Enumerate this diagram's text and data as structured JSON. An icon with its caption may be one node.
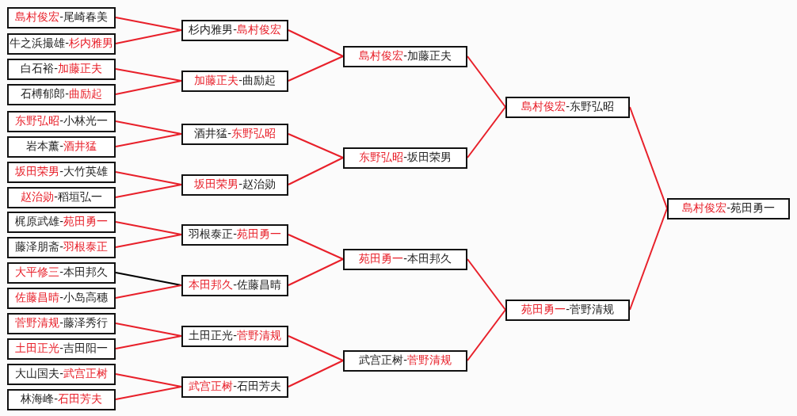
{
  "diagram": {
    "nodes": [
      {
        "text": [
          "島村俊宏-尾崎春美"
        ]
      },
      {
        "text": [
          "牛之浜撮雄-杉内雅男"
        ]
      },
      {
        "text": [
          "白石裕-加藤正夫"
        ]
      },
      {
        "text": [
          "石榑郁郎-曲励起"
        ]
      },
      {
        "text": [
          "东野弘昭-小林光一"
        ]
      },
      {
        "text": [
          "岩本薰-酒井猛"
        ]
      },
      {
        "text": [
          "坂田荣男-大竹英雄"
        ]
      },
      {
        "text": [
          "赵治勋-稻垣弘一"
        ]
      },
      {
        "text": [
          "梶原武雄-苑田勇一"
        ]
      },
      {
        "text": [
          "藤泽朋斋-羽根泰正"
        ]
      },
      {
        "text": [
          "大平修三-本田邦久"
        ]
      },
      {
        "text": [
          "佐藤昌晴-小岛高穗"
        ]
      },
      {
        "text": [
          "菅野清规-藤泽秀行"
        ]
      },
      {
        "text": [
          "土田正光-吉田阳一"
        ]
      },
      {
        "text": [
          "大山国夫-武宫正树"
        ]
      },
      {
        "text": [
          "林海峰-石田芳夫"
        ]
      },
      {
        "text": [
          "杉内雅男-島村俊宏"
        ]
      },
      {
        "text": [
          "加藤正夫-曲励起"
        ]
      },
      {
        "text": [
          "酒井猛-东野弘昭"
        ]
      },
      {
        "text": [
          "坂田荣男-赵治勋"
        ]
      },
      {
        "text": [
          "羽根泰正-苑田勇一"
        ]
      },
      {
        "text": [
          "本田邦久-佐藤昌晴"
        ]
      },
      {
        "text": [
          "土田正光-菅野清规"
        ]
      },
      {
        "text": [
          "武宫正树-石田芳夫"
        ]
      },
      {
        "text": [
          "島村俊宏-加藤正夫"
        ]
      },
      {
        "text": [
          "东野弘昭-坂田荣男"
        ]
      },
      {
        "text": [
          "苑田勇一-本田邦久"
        ]
      },
      {
        "text": [
          "武宫正树-菅野清规"
        ]
      },
      {
        "text": [
          "島村俊宏-东野弘昭"
        ]
      },
      {
        "text": [
          "苑田勇一-菅野清规"
        ]
      },
      {
        "text": [
          "島村俊宏-苑田勇一"
        ]
      }
    ],
    "edges": [
      {
        "from": 0,
        "to": 16,
        "arrow": "none"
      },
      {
        "from": 1,
        "to": 16,
        "arrow": "none"
      },
      {
        "from": 2,
        "to": 17,
        "arrow": "none"
      },
      {
        "from": 3,
        "to": 17,
        "arrow": "none"
      },
      {
        "from": 4,
        "to": 18,
        "arrow": "none"
      },
      {
        "from": 5,
        "to": 18,
        "arrow": "none"
      },
      {
        "from": 6,
        "to": 19,
        "arrow": "none"
      },
      {
        "from": 7,
        "to": 19,
        "arrow": "none"
      },
      {
        "from": 8,
        "to": 20,
        "arrow": "none"
      },
      {
        "from": 9,
        "to": 20,
        "arrow": "none"
      },
      {
        "from": 10,
        "to": 21,
        "arrow": "none",
        "color": "#000000"
      },
      {
        "from": 11,
        "to": 21,
        "arrow": "none"
      },
      {
        "from": 12,
        "to": 22,
        "arrow": "none"
      },
      {
        "from": 13,
        "to": 22,
        "arrow": "none"
      },
      {
        "from": 14,
        "to": 23,
        "arrow": "none"
      },
      {
        "from": 15,
        "to": 23,
        "arrow": "none"
      },
      {
        "from": 16,
        "to": 24,
        "arrow": "none"
      },
      {
        "from": 17,
        "to": 24,
        "arrow": "none"
      },
      {
        "from": 18,
        "to": 25,
        "arrow": "none"
      },
      {
        "from": 19,
        "to": 25,
        "arrow": "none"
      },
      {
        "from": 20,
        "to": 26,
        "arrow": "none"
      },
      {
        "from": 21,
        "to": 26,
        "arrow": "none"
      },
      {
        "from": 22,
        "to": 27,
        "arrow": "none"
      },
      {
        "from": 23,
        "to": 27,
        "arrow": "none"
      },
      {
        "from": 24,
        "to": 28,
        "arrow": "none"
      },
      {
        "from": 25,
        "to": 28,
        "arrow": "none"
      },
      {
        "from": 26,
        "to": 29,
        "arrow": "none"
      },
      {
        "from": 27,
        "to": 29,
        "arrow": "none"
      },
      {
        "from": 28,
        "to": 30,
        "arrow": "none"
      },
      {
        "from": 29,
        "to": 30,
        "arrow": "none"
      }
    ]
  }
}
